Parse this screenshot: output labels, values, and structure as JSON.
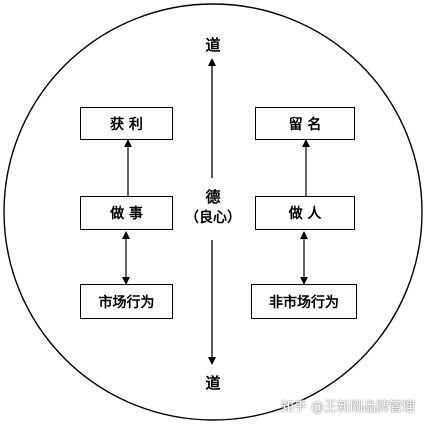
{
  "diagram": {
    "axis": {
      "top_label": "道",
      "bottom_label": "道",
      "center_label_main": "德",
      "center_label_sub": "（良心）"
    },
    "left_column": {
      "top": "获 利",
      "middle": "做 事",
      "bottom": "市场行为"
    },
    "right_column": {
      "top": "留 名",
      "middle": "做 人",
      "bottom": "非市场行为"
    }
  },
  "watermark": "知乎 @王新刚品牌管理"
}
